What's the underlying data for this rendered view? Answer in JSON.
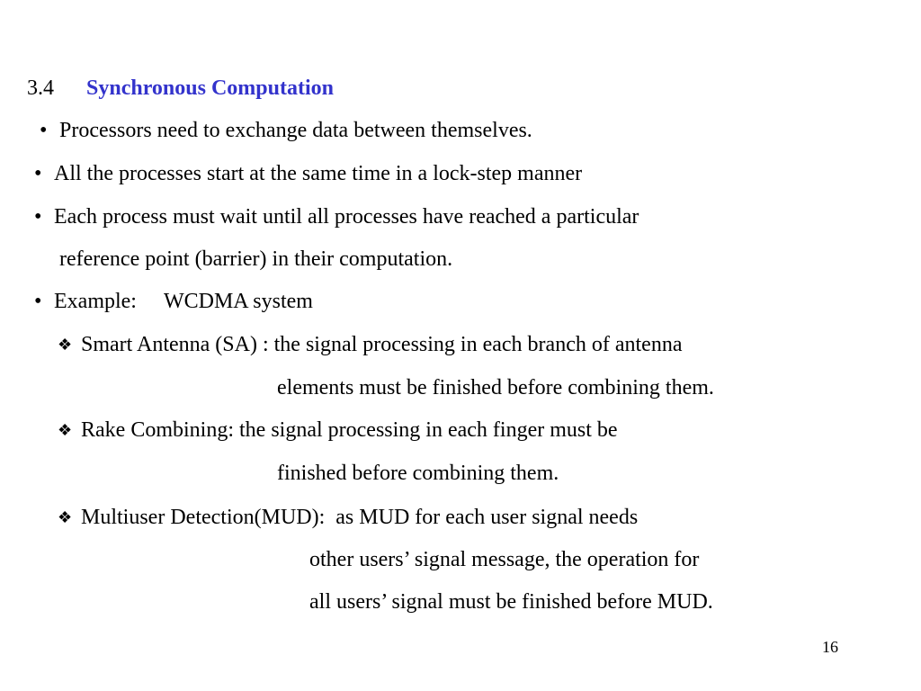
{
  "title": {
    "number": "3.4",
    "text": "Synchronous Computation",
    "color": "#3333cc"
  },
  "bullets": [
    {
      "marker": "•",
      "text": "Processors need to exchange data between themselves."
    },
    {
      "marker": "•",
      "text": "All the processes start at the same time in a lock-step manner"
    },
    {
      "marker": "•",
      "text": "Each process must wait until all processes have reached a particular"
    },
    {
      "continuation": "reference point (barrier) in their computation."
    },
    {
      "marker": "•",
      "text": "Example:     WCDMA system"
    }
  ],
  "sub_items": [
    {
      "marker": "❖",
      "text": "Smart Antenna (SA) : the signal processing in each branch of antenna",
      "continuation": [
        "elements must be finished before combining them."
      ]
    },
    {
      "marker": "❖",
      "text": "Rake Combining: the signal processing in each finger must be",
      "continuation": [
        "finished before combining them."
      ]
    },
    {
      "marker": "❖",
      "text": "Multiuser Detection(MUD):  as MUD for each user signal needs",
      "continuation": [
        "other users’ signal message, the operation for",
        "all users’ signal must be finished before MUD."
      ]
    }
  ],
  "page_number": "16"
}
